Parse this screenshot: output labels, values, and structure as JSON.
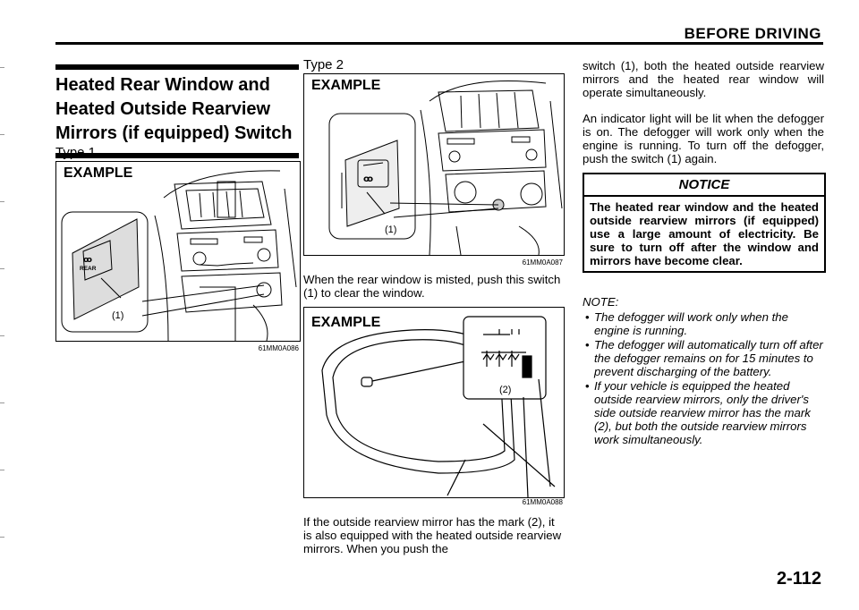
{
  "header": {
    "title": "BEFORE DRIVING"
  },
  "section_title": "Heated Rear Window and Heated Outside Rearview Mirrors (if equipped) Switch",
  "type1": {
    "label": "Type 1",
    "example": "EXAMPLE",
    "callout": "(1)",
    "switch_label": "REAR",
    "code": "61MM0A086"
  },
  "type2": {
    "label": "Type 2",
    "example": "EXAMPLE",
    "callout": "(1)",
    "code": "61MM0A087"
  },
  "para_misted": "When the rear window is misted, push this switch (1) to clear the window.",
  "mirror_fig": {
    "example": "EXAMPLE",
    "callout": "(2)",
    "code": "61MM0A088"
  },
  "para_mirror": "If the outside rearview mirror has the mark (2), it is also equipped with the heated outside rearview mirrors. When you push the",
  "para_cont": "switch (1), both the heated outside rearview mirrors and the heated rear window will operate simultaneously.",
  "para_indicator": "An indicator light will be lit when the defogger is on. The defogger will work only when the engine is running. To turn off the defogger, push the switch (1) again.",
  "notice": {
    "title": "NOTICE",
    "text": "The heated rear window and the heated outside rearview mirrors (if equipped) use a large amount of electricity. Be sure to turn off after the window and mirrors have become clear."
  },
  "note": {
    "label": "NOTE:",
    "items": [
      "The defogger will work only when the engine is running.",
      "The defogger will automatically turn off after the defogger remains on for 15 minutes to prevent discharging of the battery.",
      "If your vehicle is equipped the heated outside rearview mirrors, only the driver's side outside rearview mirror has the mark (2), but both the outside rearview mirrors work simultaneously."
    ]
  },
  "page_number": "2-112"
}
